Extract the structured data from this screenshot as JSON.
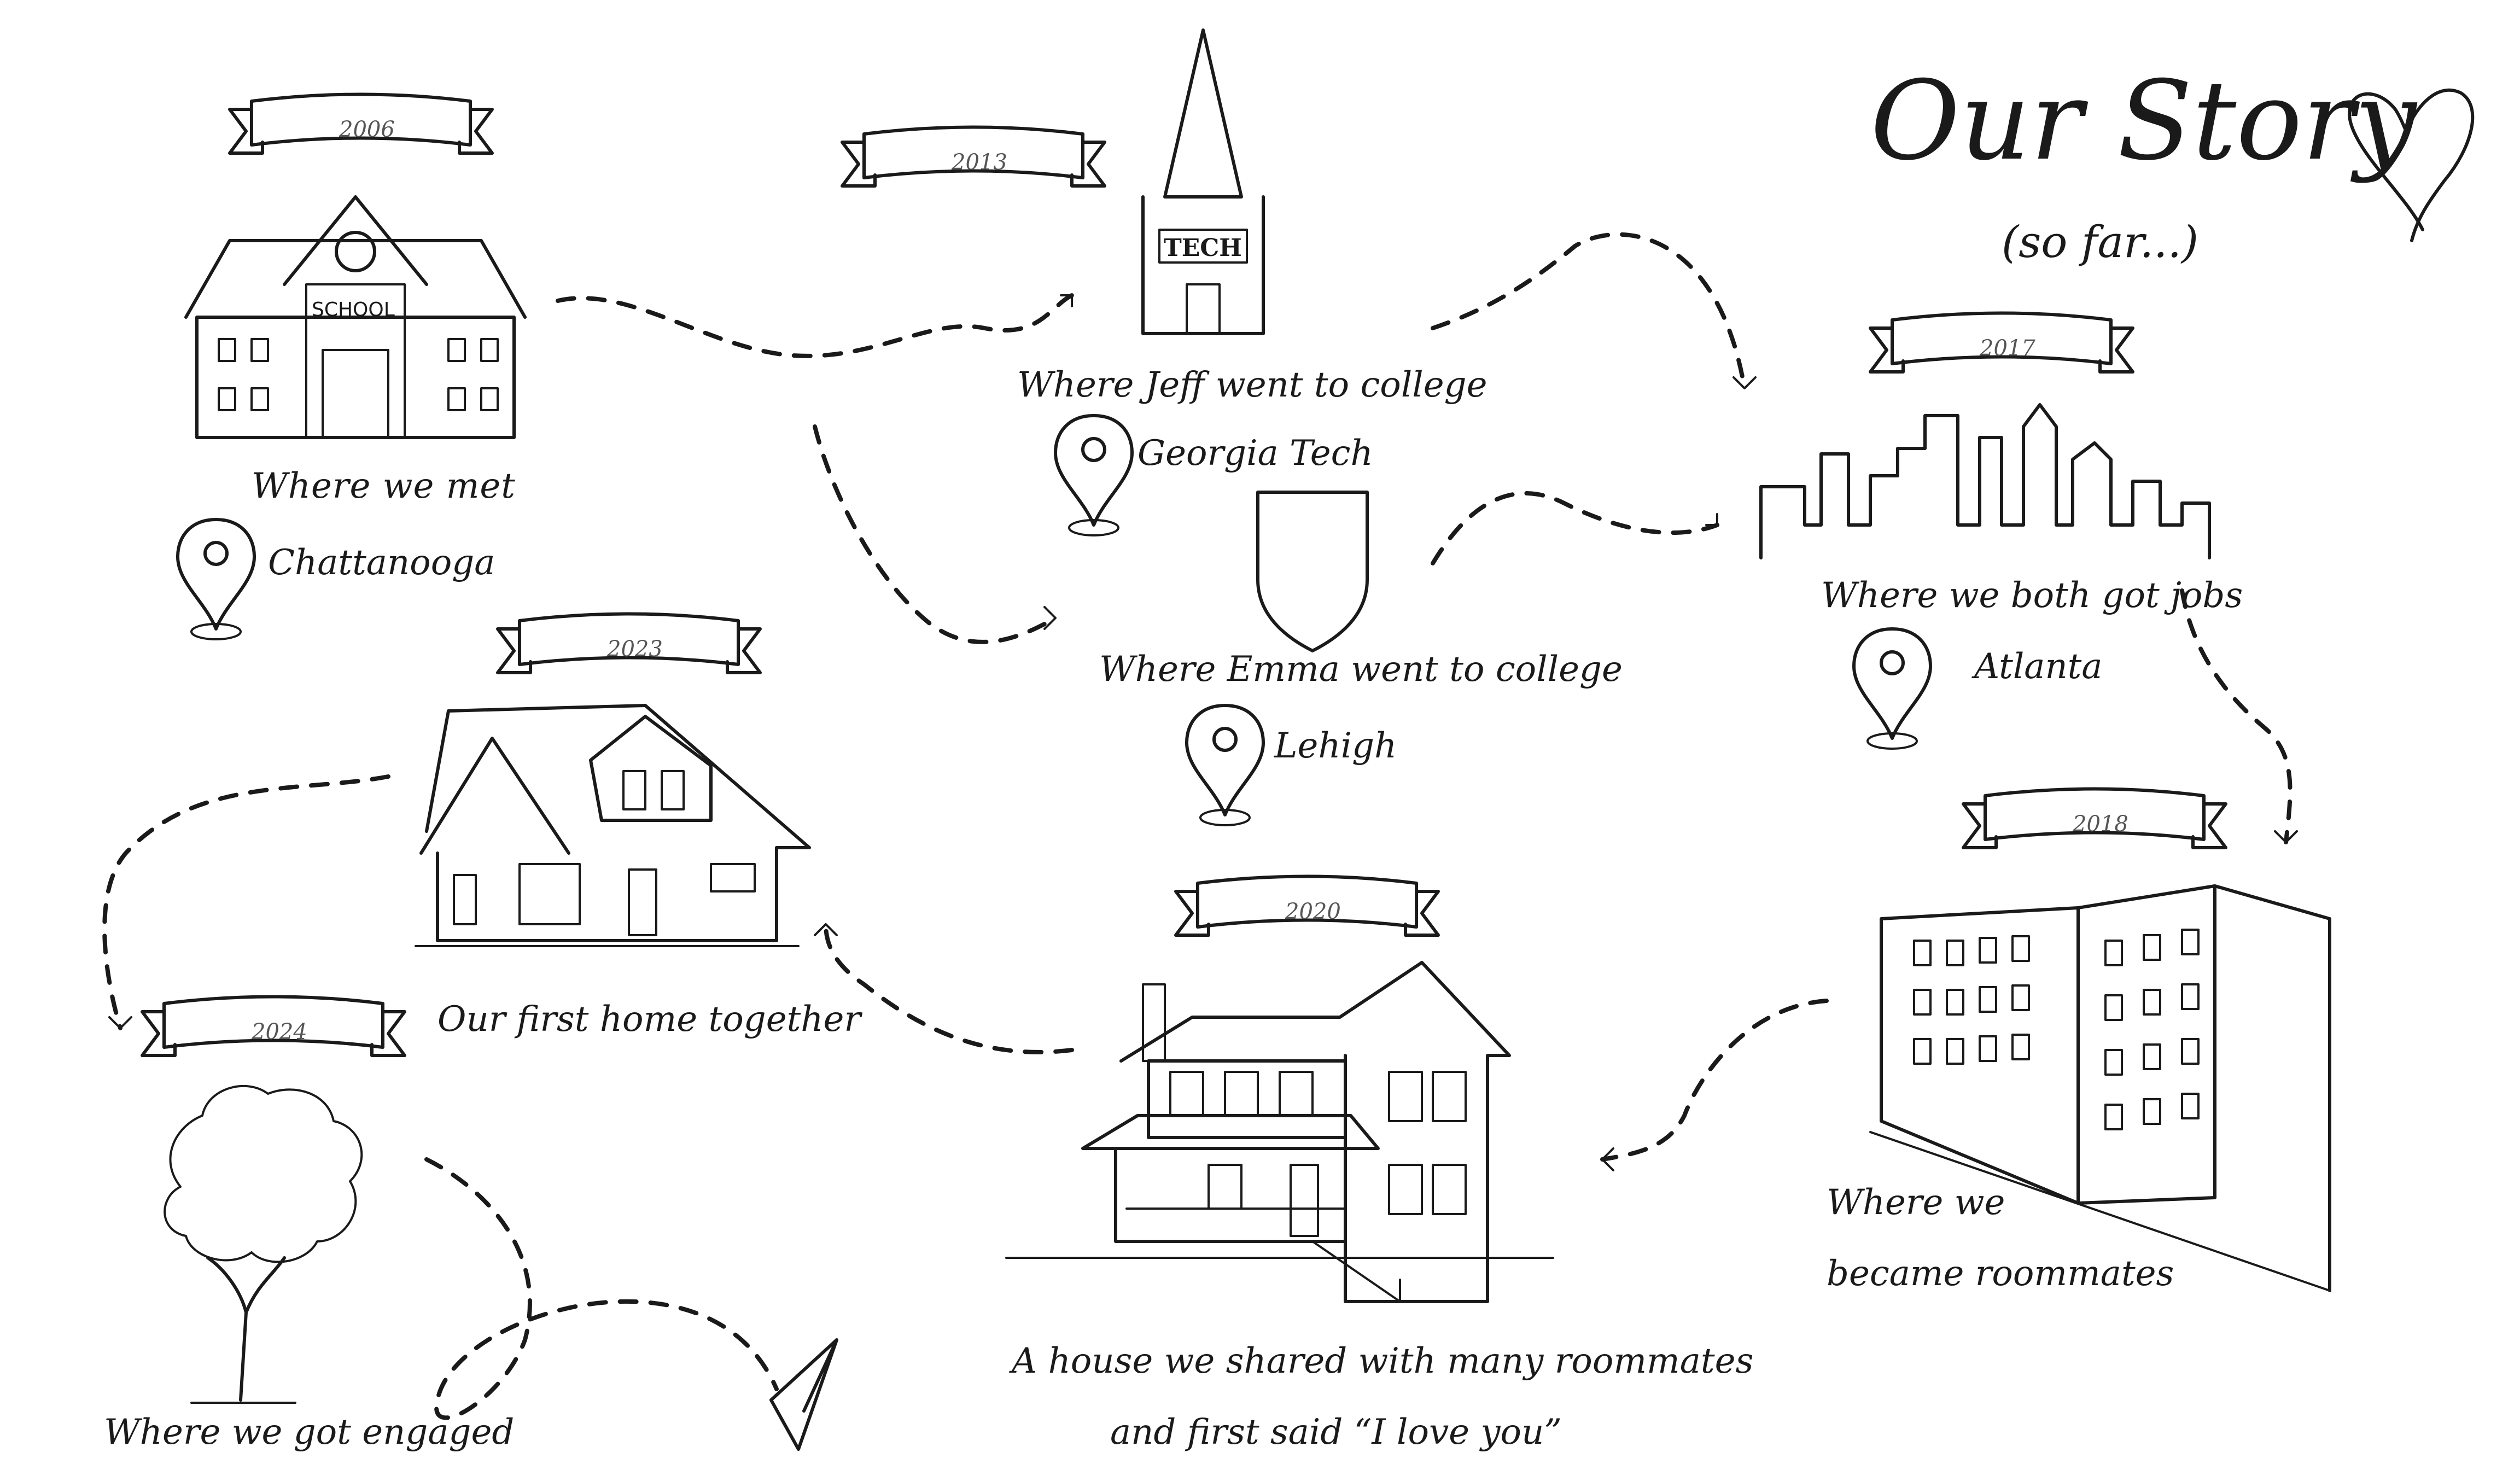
{
  "title": {
    "main": "Our Story",
    "sub": "(so far...)"
  },
  "milestones": [
    {
      "year": "2006",
      "caption": "Where we met",
      "place": "Chattanooga"
    },
    {
      "year": "2013",
      "caption": "Where Jeff went to college",
      "place": "Georgia Tech"
    },
    {
      "caption": "Where Emma went to college",
      "place": "Lehigh"
    },
    {
      "year": "2017",
      "caption": "Where we both got jobs",
      "place": "Atlanta"
    },
    {
      "year": "2018",
      "caption_line1": "Where we",
      "caption_line2": "became roommates"
    },
    {
      "year": "2020",
      "caption_line1": "A house we shared with many roommates",
      "caption_line2": "and first said “I love you”"
    },
    {
      "year": "2023",
      "caption": "Our first home together"
    },
    {
      "year": "2024",
      "caption": "Where we got engaged"
    }
  ],
  "building_text": {
    "school_sign": "SCHOOL",
    "tech_sign": "TECH"
  },
  "icons": [
    "heart-icon",
    "location-pin-icon",
    "school-building",
    "tech-tower",
    "lehigh-shield",
    "atlanta-skyline",
    "apartment-building",
    "porch-house",
    "suburban-house",
    "tree",
    "paper-plane-icon"
  ]
}
